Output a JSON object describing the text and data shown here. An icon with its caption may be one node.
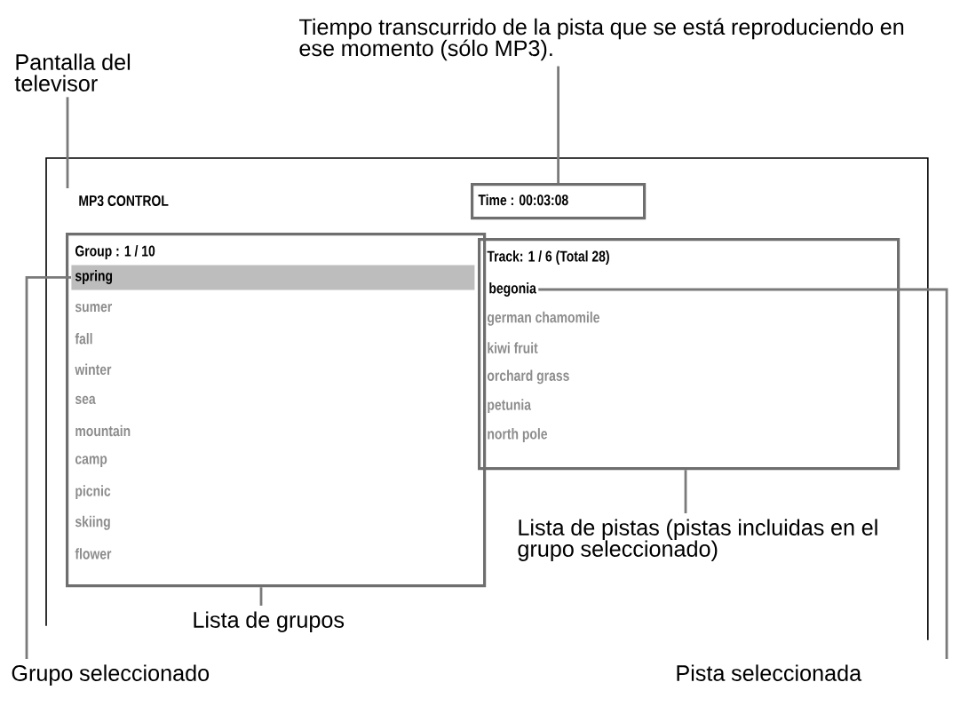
{
  "diagram": {
    "nodes": [
      {
        "text": [
          "MP3 CONTROL"
        ]
      },
      {
        "text": [
          "Time : 00:03:08"
        ],
        "in": 0
      },
      {
        "text": [
          "Group : 1 / 10",
          "sumer",
          "fall",
          "winter",
          "sea",
          "mountain",
          "camp",
          "picnic",
          "skiing",
          "flower"
        ],
        "in": 0
      },
      {
        "text": [
          "spring"
        ],
        "in": 2
      },
      {
        "text": [
          "Track: 1 / 6 (Total 28)",
          "german chamomile",
          "kiwi fruit",
          "orchard grass",
          "petunia",
          "north pole"
        ],
        "in": 0
      },
      {
        "text": [
          "begonia"
        ],
        "in": 4
      },
      {
        "text": [
          "Pantalla del televisor"
        ]
      },
      {
        "text": [
          "Tiempo transcurrido de la pista que se está reproduciendo en ese momento (sólo MP3)."
        ]
      },
      {
        "text": [
          "Lista de grupos"
        ],
        "in": 0
      },
      {
        "text": [
          "Lista de pistas (pistas incluidas en el grupo seleccionado)"
        ],
        "in": 0
      },
      {
        "text": [
          "Grupo seleccionado"
        ]
      },
      {
        "text": [
          "Pista seleccionada"
        ]
      }
    ],
    "edges": [
      {
        "from": 6,
        "to": 0,
        "arrow": "none"
      },
      {
        "from": 7,
        "to": 1,
        "arrow": "none"
      },
      {
        "from": 8,
        "to": 2,
        "arrow": "none"
      },
      {
        "from": 9,
        "to": 4,
        "arrow": "none"
      },
      {
        "from": 10,
        "to": 3,
        "arrow": "none"
      },
      {
        "from": 11,
        "to": 5,
        "arrow": "none"
      }
    ]
  }
}
